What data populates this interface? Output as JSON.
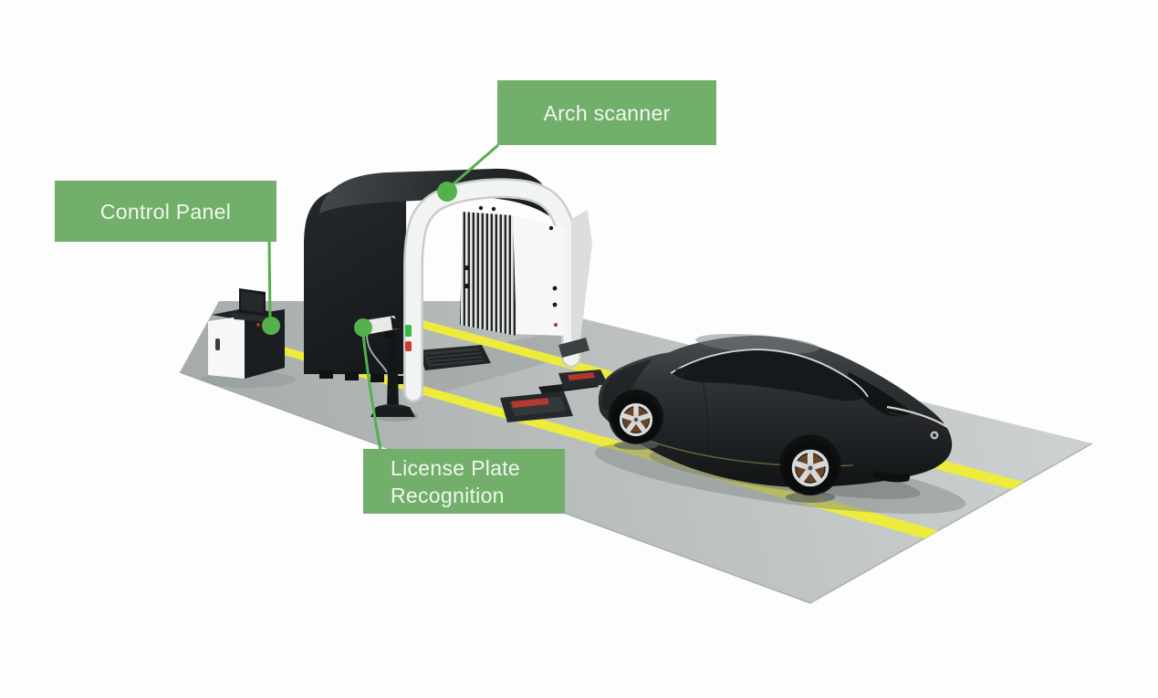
{
  "scene": {
    "description": "3D diagram of a drive-through vehicle inspection lane",
    "labels": {
      "arch_scanner": "Arch scanner",
      "control_panel": "Control Panel",
      "license_plate_recognition": [
        "License Plate",
        "Recognition"
      ]
    },
    "colors": {
      "background": "#fdfdfd",
      "label_bg": "#72af6b",
      "label_text": "#f0f6ee",
      "connector": "#54b14b",
      "road": "#b8bdbc",
      "lane_marking": "#edeb3b",
      "machine_black": "#1e2123",
      "machine_white": "#f2f4f3",
      "car_body": "#2e3133"
    }
  }
}
